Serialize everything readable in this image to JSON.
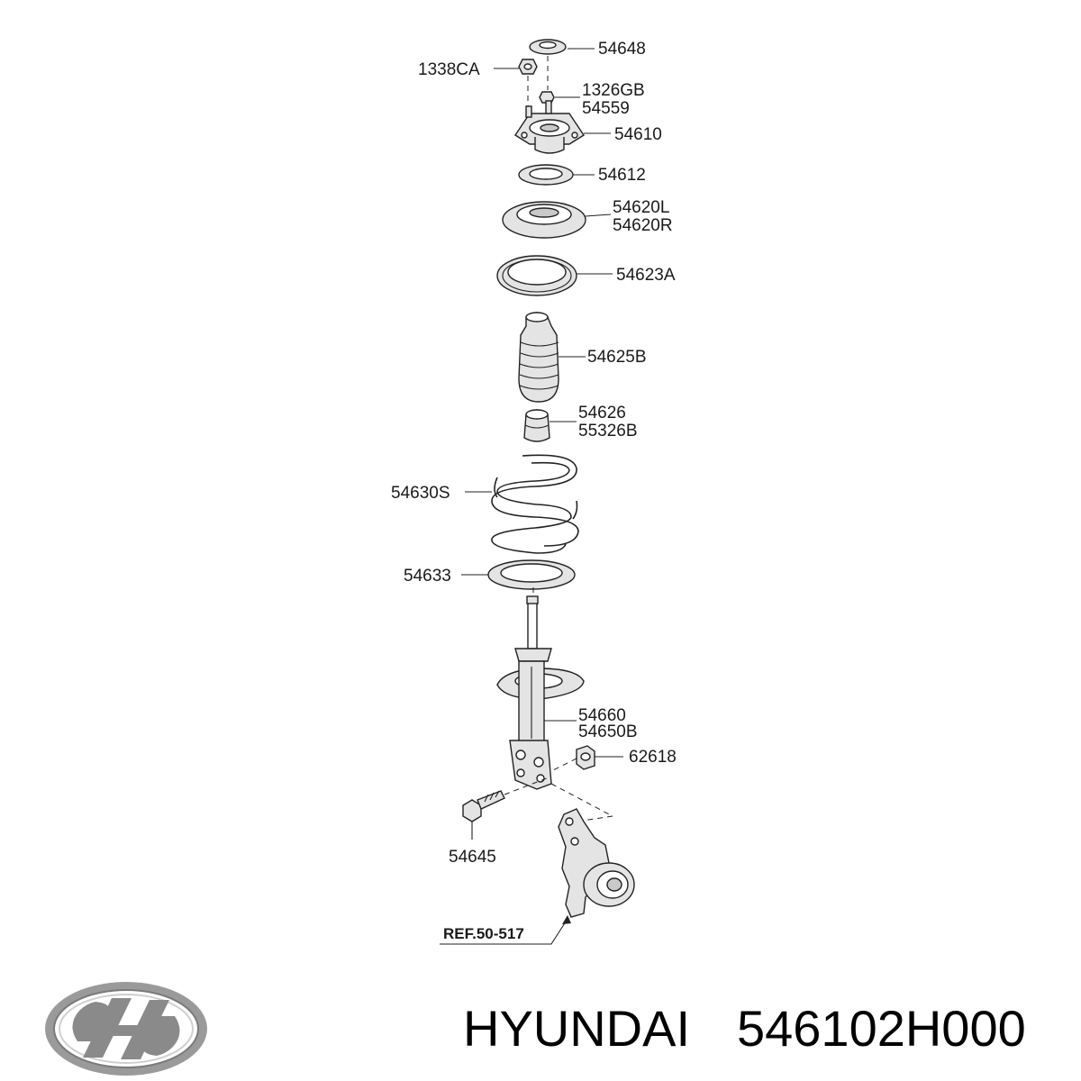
{
  "parts": [
    {
      "id": "p54648",
      "label": "54648"
    },
    {
      "id": "p1338ca",
      "label": "1338CA"
    },
    {
      "id": "p1326gb",
      "label": "1326GB"
    },
    {
      "id": "p54559",
      "label": "54559"
    },
    {
      "id": "p54610",
      "label": "54610"
    },
    {
      "id": "p54612",
      "label": "54612"
    },
    {
      "id": "p54620l",
      "label": "54620L"
    },
    {
      "id": "p54620r",
      "label": "54620R"
    },
    {
      "id": "p54623a",
      "label": "54623A"
    },
    {
      "id": "p54625b",
      "label": "54625B"
    },
    {
      "id": "p54626",
      "label": "54626"
    },
    {
      "id": "p55326b",
      "label": "55326B"
    },
    {
      "id": "p54630s",
      "label": "54630S"
    },
    {
      "id": "p54633",
      "label": "54633"
    },
    {
      "id": "p54660",
      "label": "54660"
    },
    {
      "id": "p54650b",
      "label": "54650B"
    },
    {
      "id": "p62618",
      "label": "62618"
    },
    {
      "id": "p54645",
      "label": "54645"
    }
  ],
  "reference": "REF.50-517",
  "footer": {
    "brand": "HYUNDAI",
    "part_number": "546102H000"
  },
  "logo": {
    "name": "hyundai-logo",
    "color": "#8a8a8a"
  }
}
